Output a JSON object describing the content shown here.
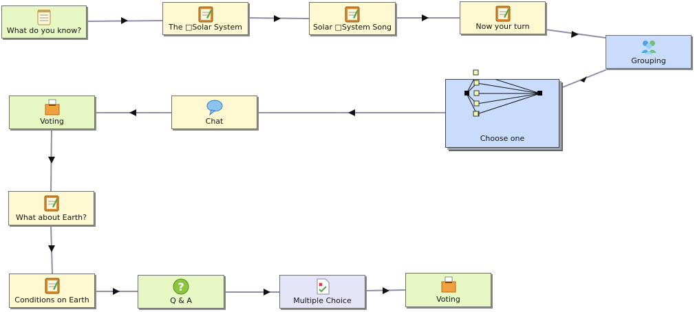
{
  "nodes": {
    "what_do_you_know": "What do you know?",
    "solar_system": "The □Solar System",
    "solar_system_song": "Solar □System Song",
    "now_your_turn": "Now your turn",
    "grouping": "Grouping",
    "choose_one": "Choose one",
    "chat": "Chat",
    "voting_1": "Voting",
    "what_about_earth": "What about Earth?",
    "conditions_on_earth": "Conditions on Earth",
    "q_and_a": "Q & A",
    "multiple_choice": "Multiple Choice",
    "voting_2": "Voting"
  },
  "icons": {
    "what_do_you_know": "notepad-icon",
    "solar_system": "clipboard-icon",
    "solar_system_song": "clipboard-icon",
    "now_your_turn": "clipboard-icon",
    "grouping": "people-group-icon",
    "chat": "speech-bubble-icon",
    "voting_1": "ballot-box-icon",
    "what_about_earth": "clipboard-icon",
    "conditions_on_earth": "clipboard-icon",
    "q_and_a": "question-mark-icon",
    "multiple_choice": "checklist-icon",
    "voting_2": "ballot-box-icon"
  },
  "colors": {
    "green_activity": "#e7f8c4",
    "yellow_activity": "#fef9d0",
    "blue_activity": "#cadcfb",
    "lilac_activity": "#e5e5fa",
    "connector": "#8e8ea8"
  }
}
